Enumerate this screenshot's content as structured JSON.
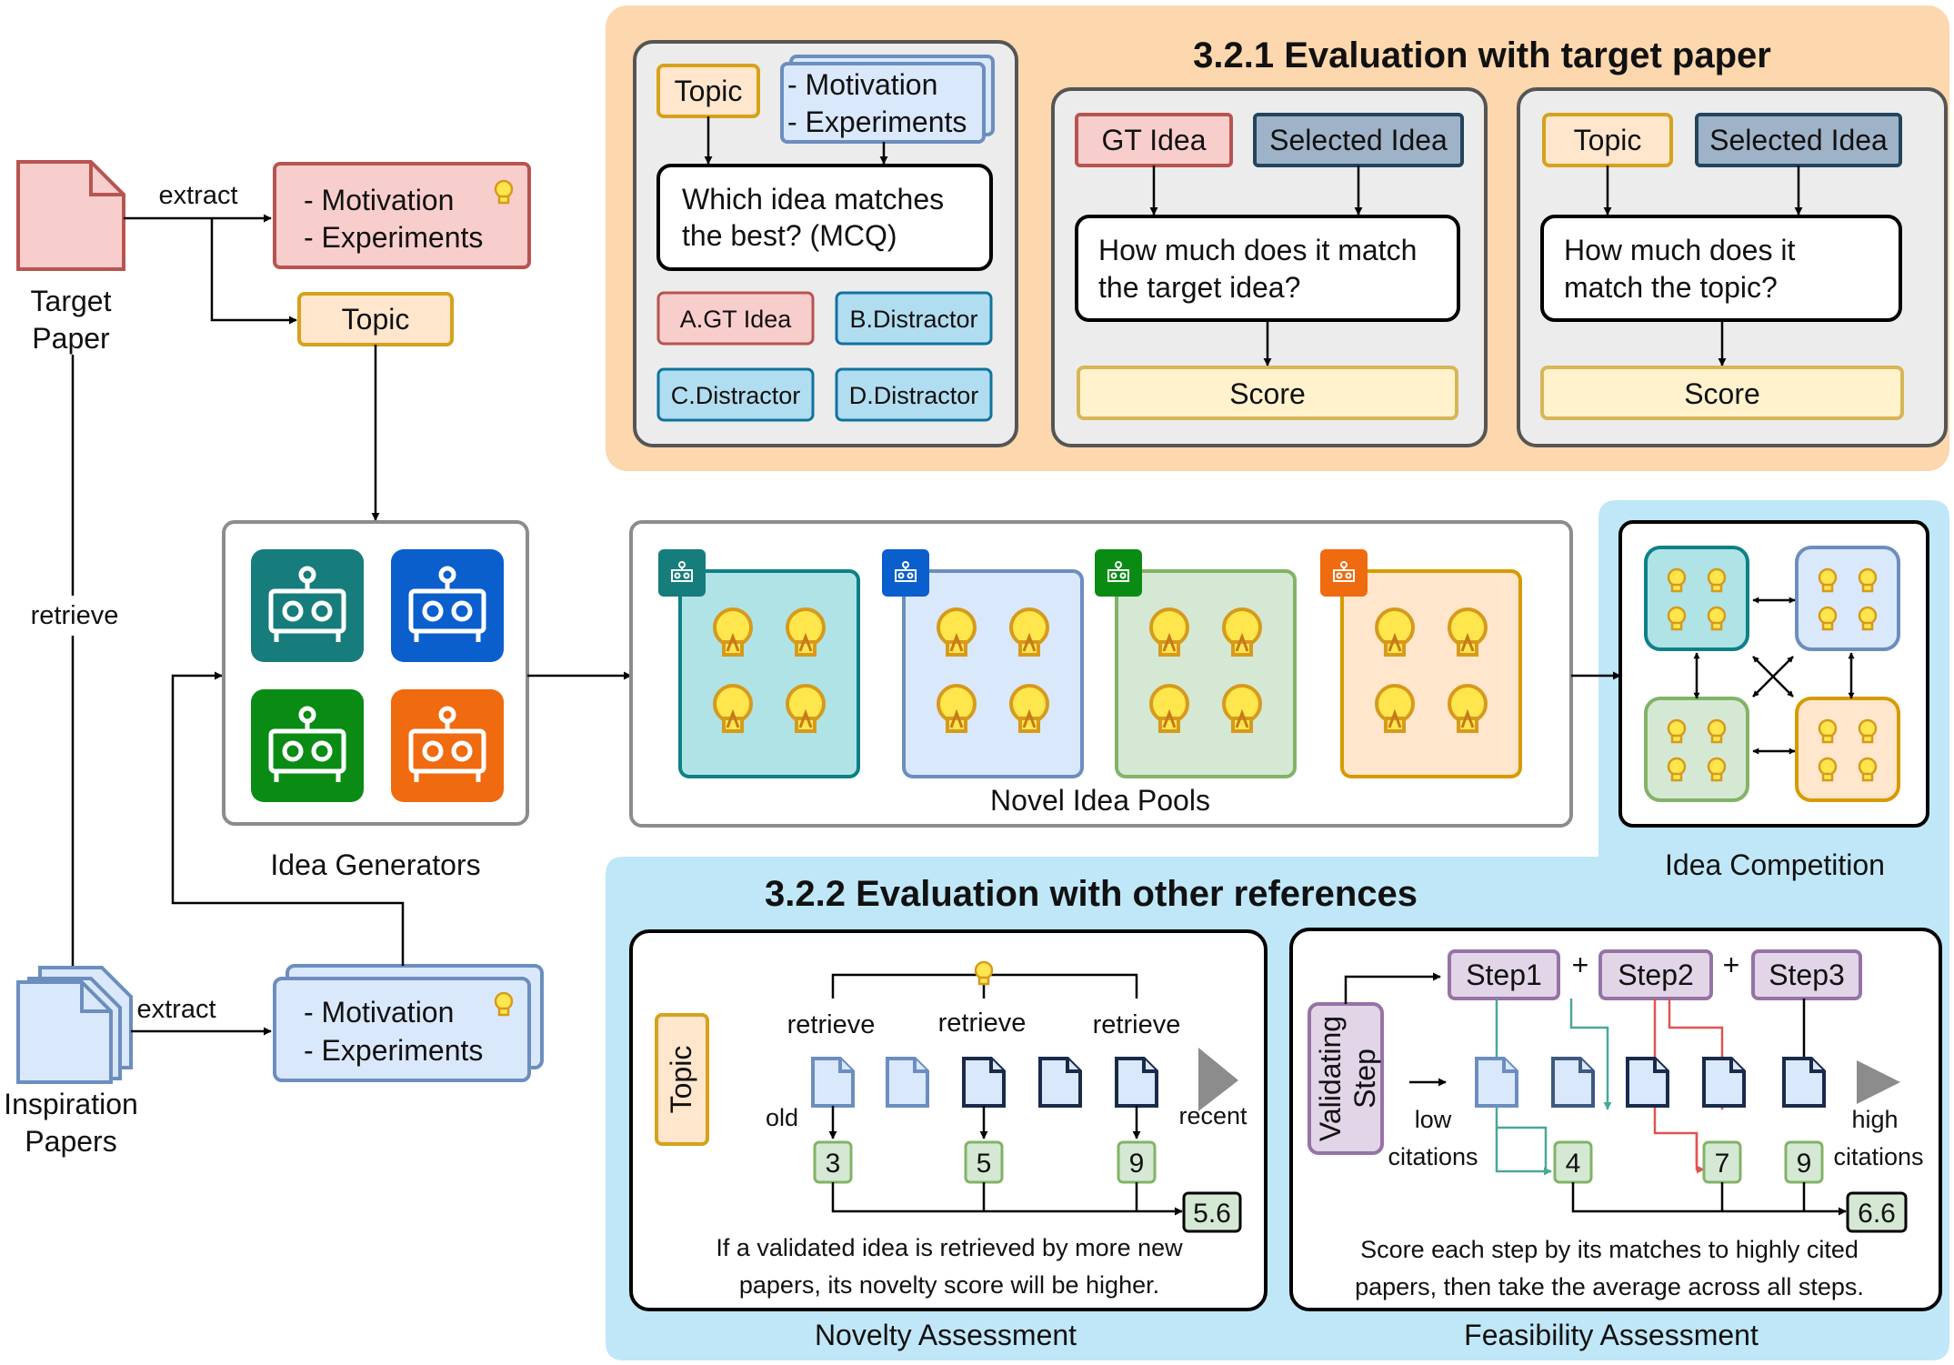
{
  "left": {
    "target_paper_label": [
      "Target",
      "Paper"
    ],
    "inspiration_papers_label": [
      "Inspiration",
      "Papers"
    ],
    "extract_label": "extract",
    "retrieve_label": "retrieve",
    "extract2_label": "extract",
    "extracted_box": [
      "- Motivation",
      "- Experiments"
    ],
    "topic_box": "Topic",
    "inspiration_box": [
      "- Motivation",
      "- Experiments"
    ]
  },
  "generators": {
    "caption": "Idea Generators",
    "colors": [
      "#167d7c",
      "#0a5fcc",
      "#0a8c14",
      "#f06a0f"
    ]
  },
  "pools": {
    "caption": "Novel Idea Pools"
  },
  "competition": {
    "caption": "Idea Competition"
  },
  "eval1": {
    "title": "3.2.1 Evaluation with target paper",
    "mcq": {
      "topic": "Topic",
      "info": [
        "- Motivation",
        "- Experiments"
      ],
      "question": [
        "Which idea matches",
        "the best? (MCQ)"
      ],
      "options": [
        "A.GT Idea",
        "B.Distractor",
        "C.Distractor",
        "D.Distractor"
      ]
    },
    "match_target": {
      "left": "GT Idea",
      "right": "Selected Idea",
      "question": [
        "How much does it match",
        "the target idea?"
      ],
      "score": "Score"
    },
    "match_topic": {
      "left": "Topic",
      "right": "Selected Idea",
      "question": [
        "How much does it",
        "match the topic?"
      ],
      "score": "Score"
    }
  },
  "eval2": {
    "title": "3.2.2 Evaluation with other references",
    "novelty": {
      "topic": "Topic",
      "retrieve": "retrieve",
      "old": "old",
      "recent": "recent",
      "scores": [
        "3",
        "5",
        "9"
      ],
      "result": "5.6",
      "note": [
        "If a validated idea is retrieved by more new",
        "papers, its novelty score will be higher."
      ],
      "caption": "Novelty Assessment"
    },
    "feasibility": {
      "validating": [
        "Validating",
        "Step"
      ],
      "steps": [
        "Step1",
        "Step2",
        "Step3"
      ],
      "plus": "+",
      "low": [
        "low",
        "citations"
      ],
      "high": [
        "high",
        "citations"
      ],
      "scores": [
        "4",
        "7",
        "9"
      ],
      "result": "6.6",
      "note": [
        "Score each step by its matches to highly cited",
        "papers, then take the average across all steps."
      ],
      "caption": "Feasibility Assessment"
    }
  }
}
